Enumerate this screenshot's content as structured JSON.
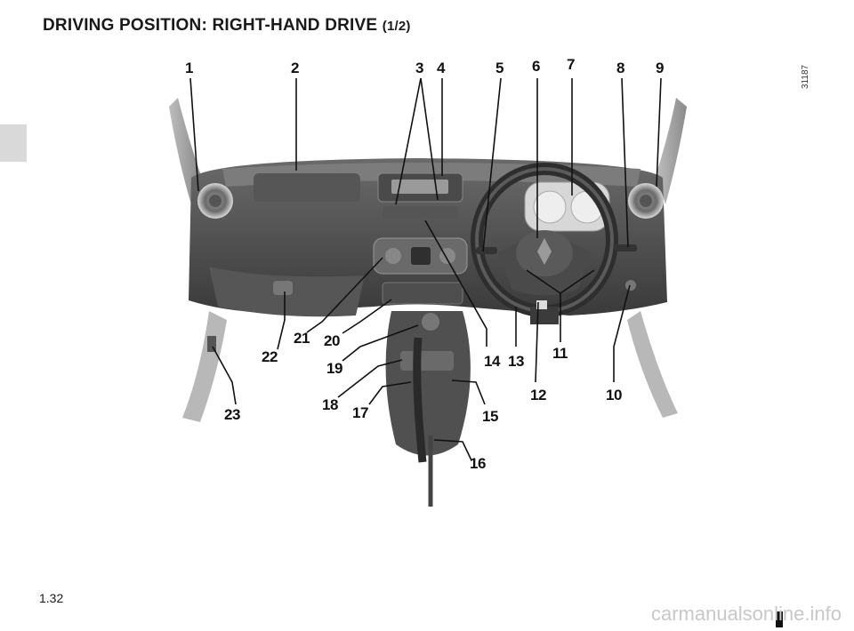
{
  "page": {
    "title": "DRIVING POSITION: RIGHT-HAND DRIVE",
    "title_part": "(1/2)",
    "page_number": "1.32",
    "image_ref": "31187",
    "watermark": "carmanualsonline.info"
  },
  "callouts": [
    "1",
    "2",
    "3",
    "4",
    "5",
    "6",
    "7",
    "8",
    "9",
    "10",
    "11",
    "12",
    "13",
    "14",
    "15",
    "16",
    "17",
    "18",
    "19",
    "20",
    "21",
    "22",
    "23"
  ]
}
